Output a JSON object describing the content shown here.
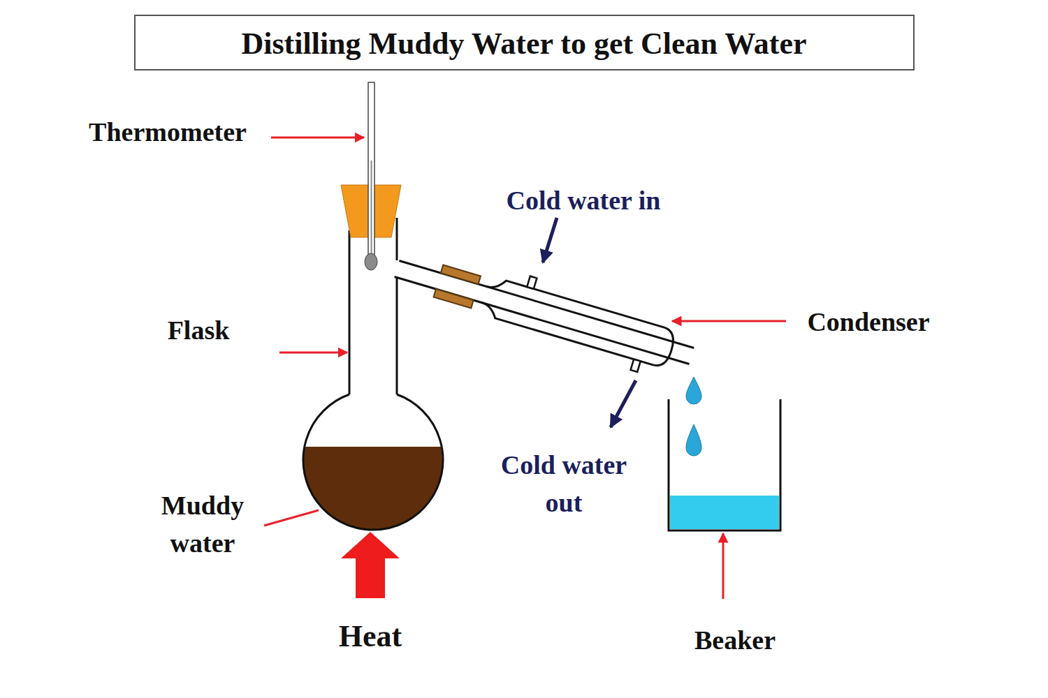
{
  "diagram": {
    "title": "Distilling Muddy Water to get Clean Water",
    "labels": [
      "Thermometer",
      "Cold water in",
      "Flask",
      "Condenser",
      "Cold water out",
      "Muddy water",
      "Heat",
      "Beaker"
    ]
  }
}
